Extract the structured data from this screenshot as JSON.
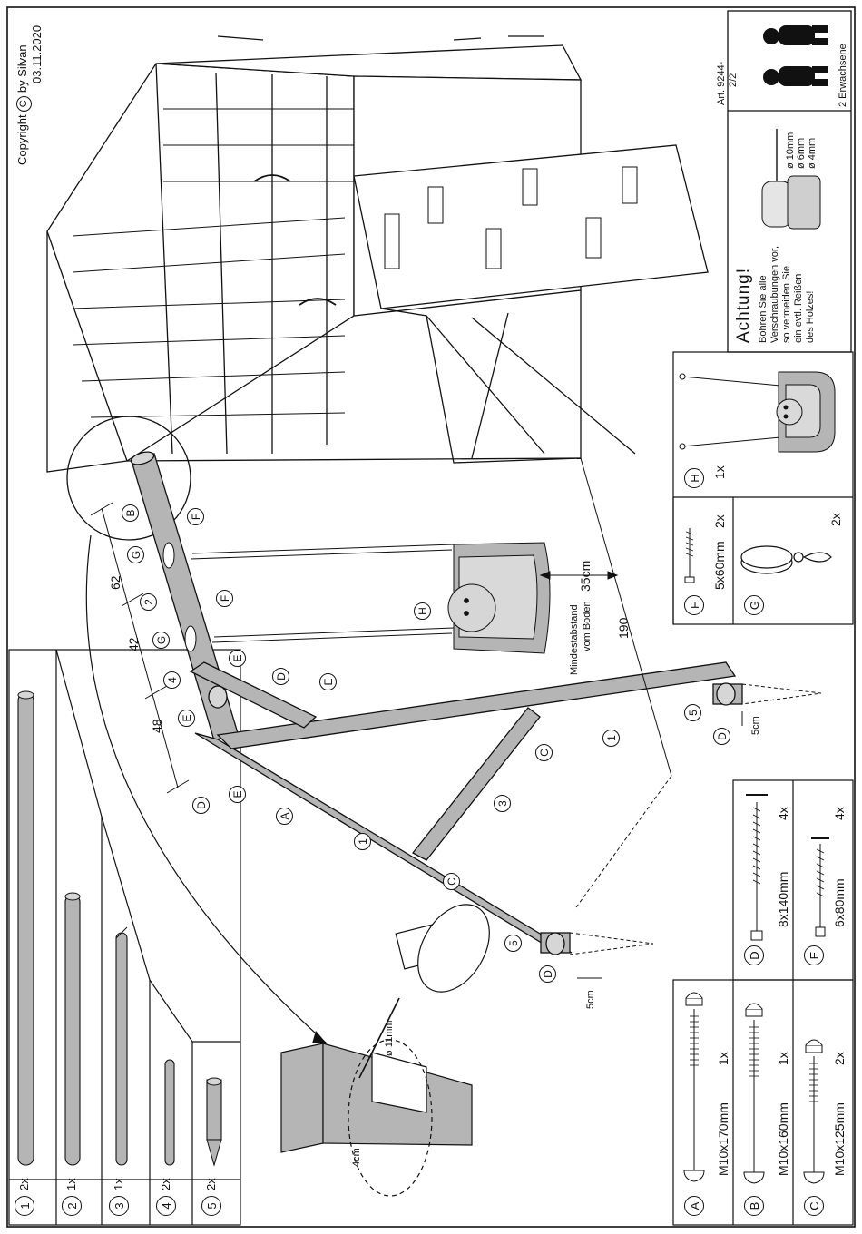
{
  "copyright": {
    "line1": "Copyright",
    "symbol": "C",
    "line1b": "by Silvan",
    "date": "03.11.2020"
  },
  "article": {
    "number": "Art. 9244-",
    "sheet": "2/2"
  },
  "warning": {
    "title": "Achtung!",
    "lines": [
      "Bohren Sie alle",
      "Verschraubungen vor,",
      "so vermeiden Sie",
      "ein evtl. Reißen",
      "des Holzes!"
    ],
    "drills": [
      "ø 10mm",
      "ø 6mm",
      "ø 4mm"
    ],
    "persons": "2 Erwachsene"
  },
  "parts_list": [
    {
      "id": "1",
      "qty": "2x"
    },
    {
      "id": "2",
      "qty": "1x"
    },
    {
      "id": "3",
      "qty": "1x"
    },
    {
      "id": "4",
      "qty": "2x"
    },
    {
      "id": "5",
      "qty": "2x"
    }
  ],
  "hardware": [
    {
      "id": "A",
      "size": "M10x170mm",
      "qty": "1x"
    },
    {
      "id": "B",
      "size": "M10x160mm",
      "qty": "1x"
    },
    {
      "id": "C",
      "size": "M10x125mm",
      "qty": "2x"
    },
    {
      "id": "D",
      "size": "8x140mm",
      "qty": "4x"
    },
    {
      "id": "E",
      "size": "6x80mm",
      "qty": "4x"
    },
    {
      "id": "F",
      "size": "5x60mm",
      "qty": "2x"
    },
    {
      "id": "G",
      "size": "",
      "qty": "2x"
    },
    {
      "id": "H",
      "size": "",
      "qty": "1x"
    }
  ],
  "dimensions": {
    "d62": "62",
    "d42": "42",
    "d48": "48",
    "d190": "190",
    "clearance": "35cm",
    "clearance_label": [
      "Mindestabstand",
      "vom Boden"
    ],
    "stake_5cm_a": "5cm",
    "stake_5cm_b": "5cm",
    "drill_dia": "ø 11mm",
    "detail_4cm": "4cm"
  },
  "callouts": {
    "tube1_a": "1",
    "tube1_b": "1",
    "tube2": "2",
    "tube3": "3",
    "part4": "4",
    "part5_a": "5",
    "part5_b": "5",
    "A": "A",
    "B": "B",
    "C1": "C",
    "C2": "C",
    "D1": "D",
    "D2": "D",
    "D3": "D",
    "D4": "D",
    "E1": "E",
    "E2": "E",
    "E3": "E",
    "E4": "E",
    "F1": "F",
    "F2": "F",
    "G1": "G",
    "G2": "G",
    "H": "H"
  },
  "colors": {
    "tube": "#b5b5b5",
    "tube_dark": "#8f8f8f",
    "line": "#111111",
    "paper": "#ffffff"
  }
}
